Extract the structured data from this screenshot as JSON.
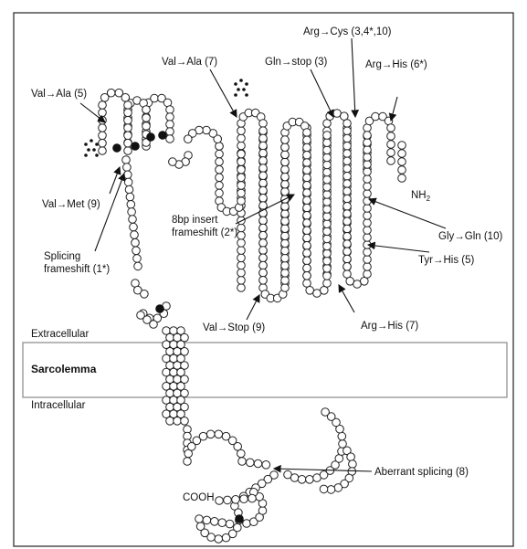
{
  "regions": {
    "extracellular": "Extracellular",
    "membrane": "Sarcolemma",
    "intracellular": "Intracellular"
  },
  "termini": {
    "n_terminus": "NH",
    "n_terminus_sub": "2",
    "c_terminus": "COOH"
  },
  "mutations": {
    "val_ala_5": "Val→Ala (5)",
    "val_ala_7": "Val→Ala (7)",
    "gln_stop_3": "Gln→stop (3)",
    "arg_cys": "Arg→Cys (3,4*,10)",
    "arg_his_6": "Arg→His (6*)",
    "val_met_9": "Val→Met (9)",
    "insert_line1": "8bp insert",
    "insert_line2": "frameshift (2*)",
    "splicing_line1": "Splicing",
    "splicing_line2": "frameshift (1*)",
    "gly_gln_10": "Gly→Gln (10)",
    "tyr_his_5": "Tyr→His (5)",
    "val_stop_9": "Val→Stop (9)",
    "arg_his_7": "Arg→His (7)",
    "aberrant_splicing_8": "Aberrant splicing (8)"
  },
  "colors": {
    "outline": "#222222",
    "bead_fill": "#ffffff",
    "marker": "#111111",
    "membrane_border": "#888888"
  }
}
